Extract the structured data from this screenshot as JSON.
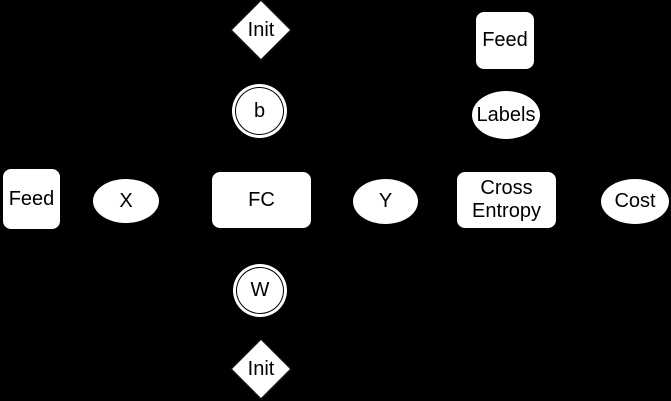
{
  "canvas": {
    "background_color": "#000000",
    "node_fill_color": "#ffffff",
    "node_stroke_color": "#000000",
    "text_color": "#000000"
  },
  "diagram": {
    "type": "computation-graph",
    "edges_visible": false,
    "nodes": {
      "init_top": {
        "label": "Init",
        "shape": "diamond"
      },
      "feed_top": {
        "label": "Feed",
        "shape": "rounded-rect"
      },
      "b": {
        "label": "b",
        "shape": "double-circle"
      },
      "labels": {
        "label": "Labels",
        "shape": "ellipse"
      },
      "feed_left": {
        "label": "Feed",
        "shape": "rounded-rect"
      },
      "x": {
        "label": "X",
        "shape": "ellipse"
      },
      "fc": {
        "label": "FC",
        "shape": "rounded-rect"
      },
      "y": {
        "label": "Y",
        "shape": "ellipse"
      },
      "cross_entropy": {
        "label": "Cross Entropy",
        "shape": "rounded-rect"
      },
      "cost": {
        "label": "Cost",
        "shape": "ellipse"
      },
      "w": {
        "label": "W",
        "shape": "double-circle"
      },
      "init_bottom": {
        "label": "Init",
        "shape": "diamond"
      }
    }
  }
}
